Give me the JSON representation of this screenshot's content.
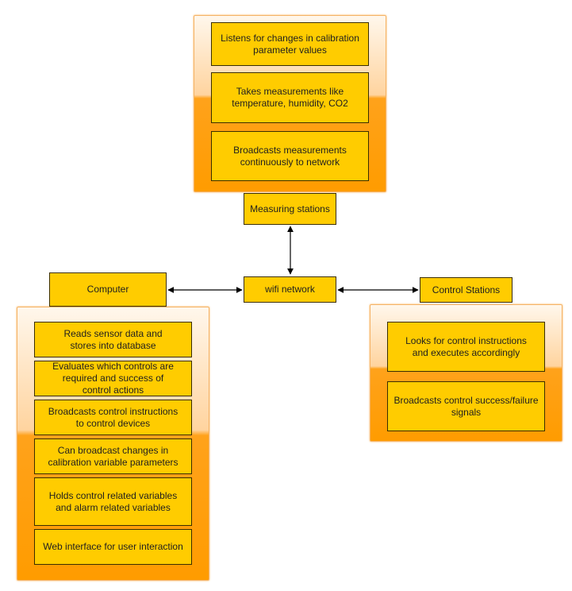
{
  "measuring": {
    "label": "Measuring stations",
    "items": [
      "Listens for changes in calibration\nparameter values",
      "Takes measurements like\ntemperature, humidity, CO2",
      "Broadcasts measurements\ncontinuously to network"
    ]
  },
  "computer": {
    "label": "Computer",
    "items": [
      "Reads sensor data and\nstores into database",
      "Evaluates which controls are\nrequired and success of\ncontrol actions",
      "Broadcasts control instructions\nto control devices",
      "Can broadcast changes in\ncalibration variable parameters",
      "Holds control related variables\nand alarm related variables",
      "Web interface for user interaction"
    ]
  },
  "wifi": {
    "label": "wifi network"
  },
  "control": {
    "label": "Control Stations",
    "items": [
      "Looks for control instructions\nand executes accordingly",
      "Broadcasts control success/failure\nsignals"
    ]
  }
}
